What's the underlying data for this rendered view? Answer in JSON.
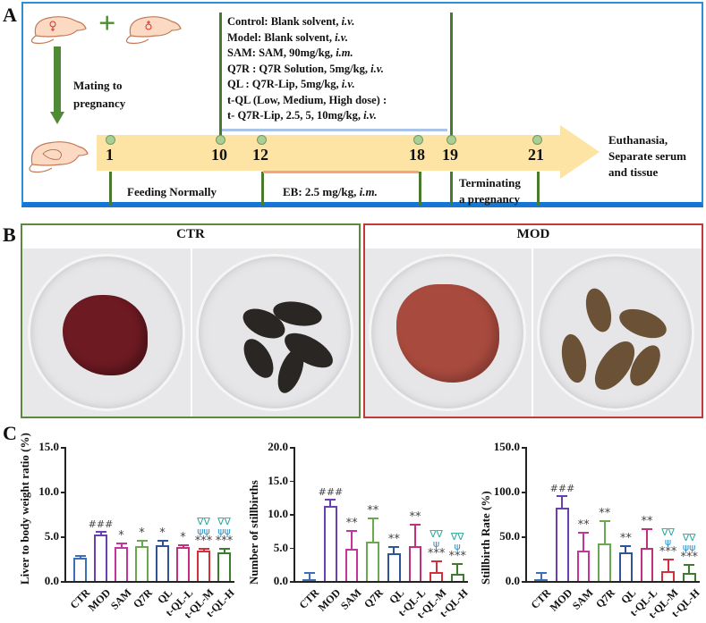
{
  "panel_labels": {
    "a": "A",
    "b": "B",
    "c": "C"
  },
  "panelA": {
    "mating_label_line1": "Mating to",
    "mating_label_line2": "pregnancy",
    "plus_symbol": "+",
    "treatments": [
      {
        "prefix": "Control: Blank solvent, ",
        "route": "i.v."
      },
      {
        "prefix": "Model: Blank solvent, ",
        "route": "i.v."
      },
      {
        "prefix": "SAM: SAM, 90mg/kg, ",
        "route": "i.m."
      },
      {
        "prefix": "Q7R : Q7R Solution, 5mg/kg, ",
        "route": "i.v."
      },
      {
        "prefix": "QL : Q7R-Lip, 5mg/kg, ",
        "route": "i.v."
      },
      {
        "prefix": "t-QL (Low, Medium, High  dose) :",
        "route": ""
      },
      {
        "prefix": "t- Q7R-Lip, 2.5, 5, 10mg/kg, ",
        "route": "i.v."
      }
    ],
    "days": [
      "1",
      "10",
      "12",
      "18",
      "19",
      "21"
    ],
    "feeding_label": "Feeding Normally",
    "eb_label_prefix": "EB:  2.5 mg/kg, ",
    "eb_label_route": "i.m.",
    "terminating_line1": "Terminating",
    "terminating_line2": "a pregnancy",
    "end_line1": "Euthanasia,",
    "end_line2": "Separate serum",
    "end_line3": "and tissue"
  },
  "panelB": {
    "ctr_title": "CTR",
    "mod_title": "MOD",
    "ctr_border_color": "#5a8a3a",
    "mod_border_color": "#c0393b"
  },
  "colors": {
    "CTR": "#3d6fb6",
    "MOD": "#6a3fb0",
    "SAM": "#c4359a",
    "Q7R": "#6aa84f",
    "QL": "#2f5597",
    "t-QL-L": "#c0307f",
    "t-QL-M": "#d0313b",
    "t-QL-H": "#3a7d2c",
    "nabla": "#27a89a",
    "psi": "#2b8fc9",
    "star": "#444444"
  },
  "chart_data": [
    {
      "type": "bar",
      "title": "",
      "xlabel": "",
      "ylabel": "Liver to body weight ratio (%)",
      "ylim": [
        0,
        15
      ],
      "yticks": [
        "0.0",
        "5.0",
        "10.0",
        "15.0"
      ],
      "categories": [
        "CTR",
        "MOD",
        "SAM",
        "Q7R",
        "QL",
        "t-QL-L",
        "t-QL-M",
        "t-QL-H"
      ],
      "values": [
        2.6,
        5.2,
        3.8,
        3.9,
        4.0,
        3.8,
        3.4,
        3.2
      ],
      "errors": [
        0.3,
        0.4,
        0.5,
        0.7,
        0.6,
        0.3,
        0.3,
        0.5
      ],
      "annotations": [
        {
          "star": "",
          "psi": "",
          "nabla": "",
          "hash": ""
        },
        {
          "star": "",
          "psi": "",
          "nabla": "",
          "hash": "###"
        },
        {
          "star": "*",
          "psi": "",
          "nabla": "",
          "hash": ""
        },
        {
          "star": "*",
          "psi": "",
          "nabla": "",
          "hash": ""
        },
        {
          "star": "*",
          "psi": "",
          "nabla": "",
          "hash": ""
        },
        {
          "star": "*",
          "psi": "",
          "nabla": "",
          "hash": ""
        },
        {
          "star": "***",
          "psi": "ψψ",
          "nabla": "∇∇",
          "hash": ""
        },
        {
          "star": "***",
          "psi": "ψψ",
          "nabla": "∇∇",
          "hash": ""
        }
      ],
      "grid": false
    },
    {
      "type": "bar",
      "title": "",
      "xlabel": "",
      "ylabel": "Number of stillbirths",
      "ylim": [
        0,
        20
      ],
      "yticks": [
        "0.0",
        "5.0",
        "10.0",
        "15.0",
        "20.0"
      ],
      "categories": [
        "CTR",
        "MOD",
        "SAM",
        "Q7R",
        "QL",
        "t-QL-L",
        "t-QL-M",
        "t-QL-H"
      ],
      "values": [
        0.3,
        11.2,
        4.8,
        5.9,
        4.2,
        5.2,
        1.4,
        1.1
      ],
      "errors": [
        1.1,
        1.1,
        2.8,
        3.6,
        1.0,
        3.4,
        1.7,
        1.6
      ],
      "annotations": [
        {
          "star": "",
          "psi": "",
          "nabla": "",
          "hash": ""
        },
        {
          "star": "",
          "psi": "",
          "nabla": "",
          "hash": "###"
        },
        {
          "star": "**",
          "psi": "",
          "nabla": "",
          "hash": ""
        },
        {
          "star": "**",
          "psi": "",
          "nabla": "",
          "hash": ""
        },
        {
          "star": "**",
          "psi": "",
          "nabla": "",
          "hash": ""
        },
        {
          "star": "**",
          "psi": "",
          "nabla": "",
          "hash": ""
        },
        {
          "star": "***",
          "psi": "ψ",
          "nabla": "∇∇",
          "hash": ""
        },
        {
          "star": "***",
          "psi": "ψ",
          "nabla": "∇∇",
          "hash": ""
        }
      ],
      "grid": false
    },
    {
      "type": "bar",
      "title": "",
      "xlabel": "",
      "ylabel": "Stillbirth Rate (%)",
      "ylim": [
        0,
        150
      ],
      "yticks": [
        "0.0",
        "50.0",
        "100.0",
        "150.0"
      ],
      "categories": [
        "CTR",
        "MOD",
        "SAM",
        "Q7R",
        "QL",
        "t-QL-L",
        "t-QL-M",
        "t-QL-H"
      ],
      "values": [
        2.0,
        82.0,
        34.0,
        42.0,
        32.0,
        37.0,
        11.0,
        9.0
      ],
      "errors": [
        8.0,
        14.0,
        21.0,
        26.0,
        8.0,
        22.0,
        14.0,
        10.0
      ],
      "annotations": [
        {
          "star": "",
          "psi": "",
          "nabla": "",
          "hash": ""
        },
        {
          "star": "",
          "psi": "",
          "nabla": "",
          "hash": "###"
        },
        {
          "star": "**",
          "psi": "",
          "nabla": "",
          "hash": ""
        },
        {
          "star": "**",
          "psi": "",
          "nabla": "",
          "hash": ""
        },
        {
          "star": "**",
          "psi": "",
          "nabla": "",
          "hash": ""
        },
        {
          "star": "**",
          "psi": "",
          "nabla": "",
          "hash": ""
        },
        {
          "star": "***",
          "psi": "ψ",
          "nabla": "∇∇",
          "hash": ""
        },
        {
          "star": "***",
          "psi": "ψψ",
          "nabla": "∇∇",
          "hash": ""
        }
      ],
      "grid": false
    }
  ]
}
